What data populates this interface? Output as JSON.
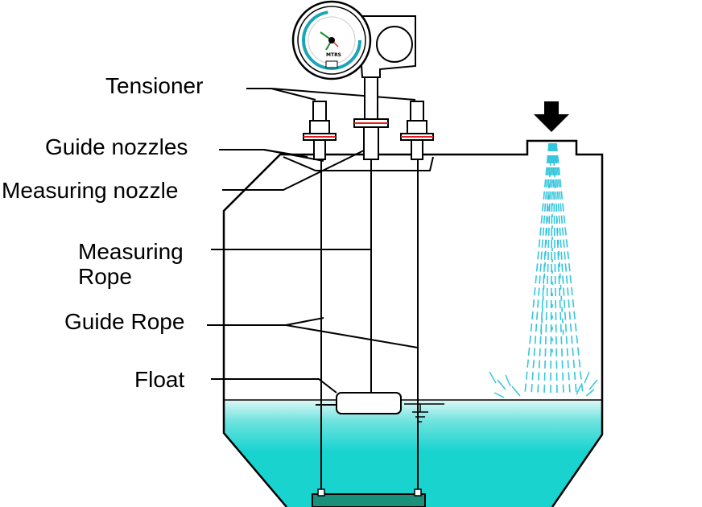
{
  "labels": {
    "tensioner": "Tensioner",
    "guide_nozzles": "Guide nozzles",
    "measuring_nozzle": "Measuring nozzle",
    "measuring_rope_line1": "Measuring",
    "measuring_rope_line2": "Rope",
    "guide_rope": "Guide Rope",
    "float": "Float"
  },
  "gauge": {
    "unit_text": "MTRS"
  },
  "components": [
    "level-gauge-head",
    "tensioner-left",
    "tensioner-right",
    "guide-nozzle-left",
    "guide-nozzle-right",
    "measuring-nozzle",
    "measuring-rope",
    "guide-rope-left",
    "guide-rope-right",
    "float",
    "bottom-weight",
    "tank",
    "liquid",
    "inlet-arrow",
    "inlet-spray"
  ],
  "colors": {
    "line": "#000000",
    "liquid": "#19d3cf",
    "liquid_light": "#d9f7f6",
    "spray": "#33c6dc",
    "flange_mark": "#e02020",
    "weight": "#1a8f7a",
    "gauge_ring": "#1aa6b8"
  }
}
